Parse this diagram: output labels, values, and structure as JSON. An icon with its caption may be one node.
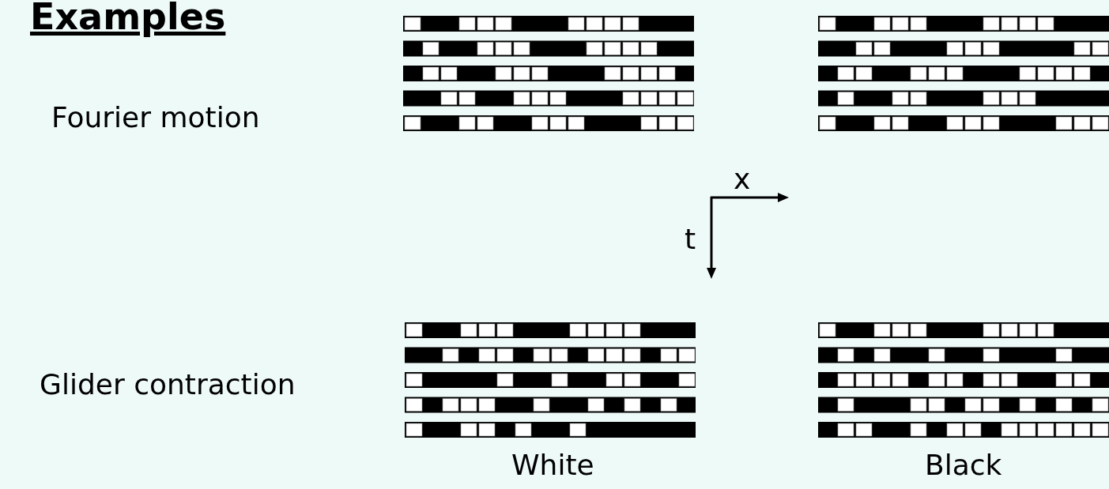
{
  "diagram": {
    "title": "Examples",
    "labels": [
      "Fourier motion",
      "x",
      "t",
      "Glider contraction",
      "White",
      "Black"
    ]
  }
}
